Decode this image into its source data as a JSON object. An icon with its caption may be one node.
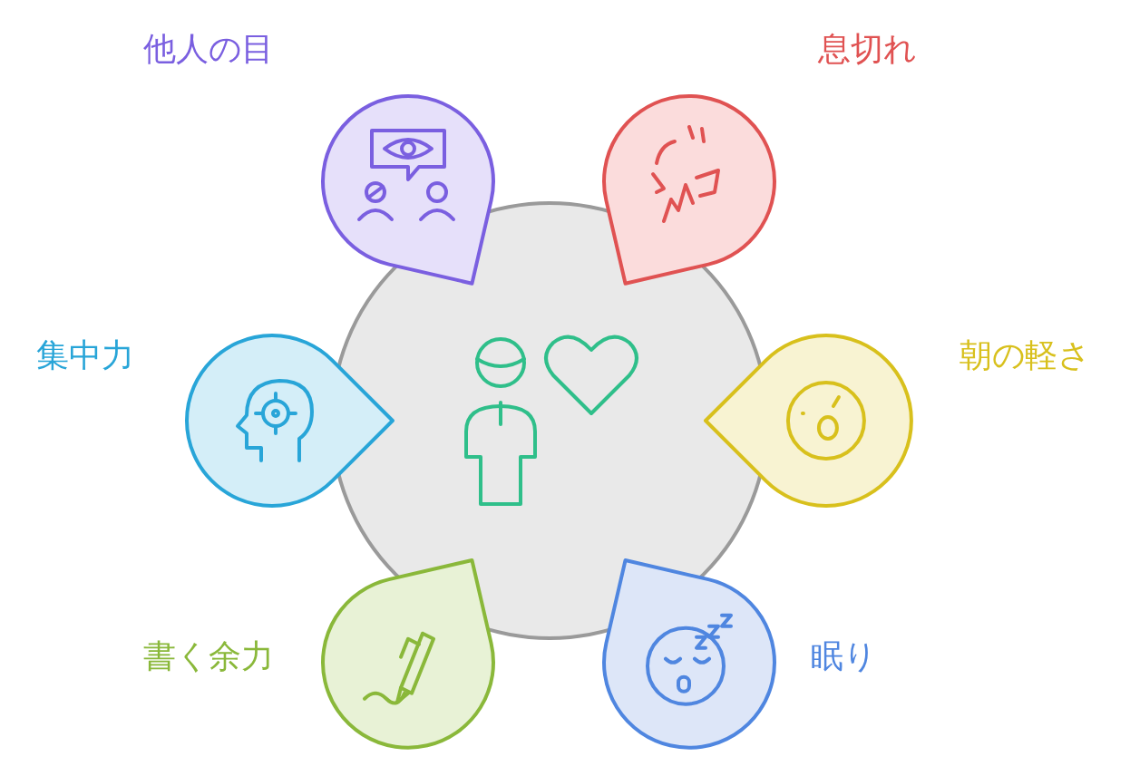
{
  "diagram": {
    "nodes": [
      {
        "text": [],
        "shape": "circle"
      },
      {
        "text": [],
        "shape": "teardrop",
        "beside": [
          "他人の目"
        ]
      },
      {
        "text": [],
        "shape": "teardrop",
        "beside": [
          "息切れ"
        ]
      },
      {
        "text": [],
        "shape": "teardrop",
        "beside": [
          "集中力"
        ]
      },
      {
        "text": [],
        "shape": "teardrop",
        "beside": [
          "朝の軽さ"
        ]
      },
      {
        "text": [],
        "shape": "teardrop",
        "beside": [
          "書く余力"
        ]
      },
      {
        "text": [],
        "shape": "teardrop",
        "beside": [
          "眠り"
        ]
      }
    ]
  }
}
